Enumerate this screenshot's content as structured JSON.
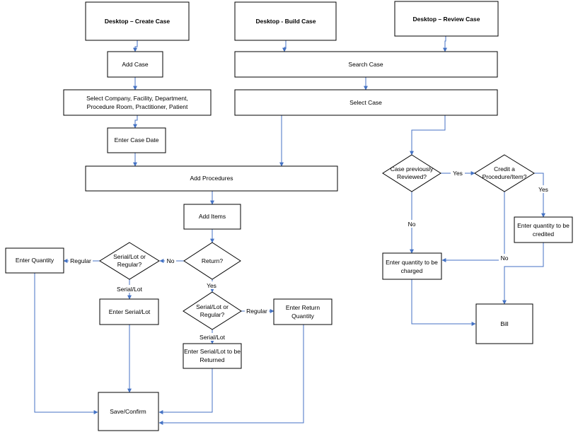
{
  "colors": {
    "connector": "#4472c4",
    "box_stroke": "#000000",
    "box_fill": "#ffffff"
  },
  "headers": {
    "create_case": "Desktop – Create Case",
    "build_case": "Desktop - Build Case",
    "review_case": "Desktop – Review Case"
  },
  "boxes": {
    "add_case": "Add Case",
    "select_company": [
      "Select Company, Facility, Department,",
      "Procedure Room, Practitioner, Patient"
    ],
    "enter_case_date": "Enter Case Date",
    "search_case": "Search Case",
    "select_case": "Select Case",
    "add_procedures": "Add Procedures",
    "add_items": "Add Items",
    "enter_quantity": "Enter Quantity",
    "enter_serial_lot": "Enter Serial/Lot",
    "enter_return_quantity": [
      "Enter Return",
      "Quantity"
    ],
    "enter_serial_lot_returned": [
      "Enter Serial/Lot to be",
      "Returned"
    ],
    "save_confirm": "Save/Confirm",
    "enter_quantity_charged": [
      "Enter quantity to be",
      "charged"
    ],
    "enter_quantity_credited": [
      "Enter quantity to be",
      "credited"
    ],
    "bill": "Bill"
  },
  "decisions": {
    "return": "Return?",
    "serial_or_regular_left": [
      "Serial/Lot or",
      "Regular?"
    ],
    "serial_or_regular_return": [
      "Serial/Lot or",
      "Regular?"
    ],
    "case_previously_reviewed": [
      "Case previously",
      "Reviewed?"
    ],
    "credit_procedure_item": [
      "Credit a",
      "Procedure/Item?"
    ]
  },
  "edge_labels": {
    "no": "No",
    "yes": "Yes",
    "regular": "Regular",
    "serial_lot": "Serial/Lot"
  }
}
